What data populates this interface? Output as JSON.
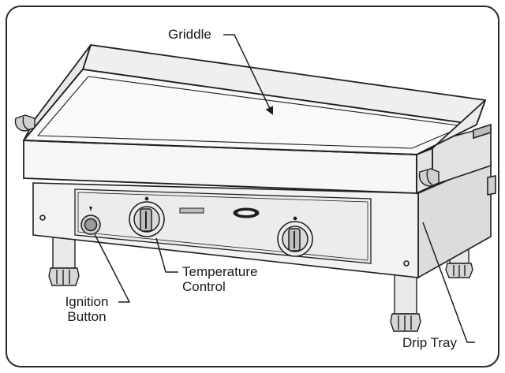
{
  "labels": {
    "griddle": "Griddle",
    "temperature_control": [
      "Temperature",
      "Control"
    ],
    "ignition_button": [
      "Ignition",
      "Button"
    ],
    "drip_tray": "Drip Tray"
  },
  "colors": {
    "stroke": "#1f1f1f",
    "metal_light": "#f3f3f3",
    "metal_mid": "#e6e6e6",
    "metal_dark": "#cfcfcf"
  }
}
